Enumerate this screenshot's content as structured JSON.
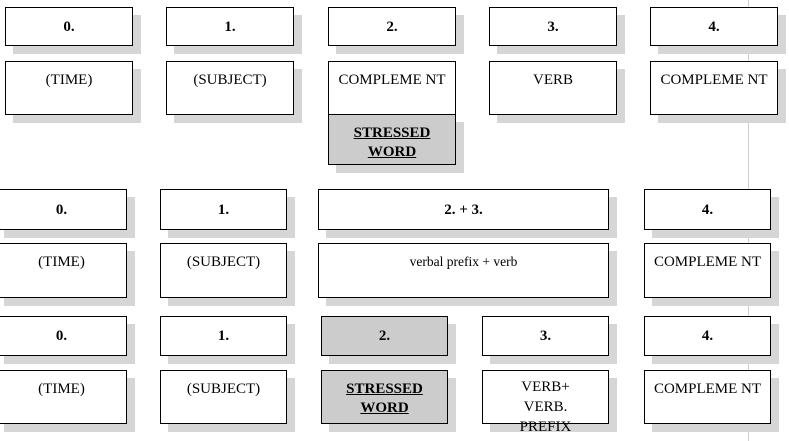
{
  "diagrams": [
    {
      "cells": [
        {
          "number": "0.",
          "label": "(TIME)"
        },
        {
          "number": "1.",
          "label": "(SUBJECT)"
        },
        {
          "number": "2.",
          "label": "COMPLEME NT",
          "sub_label": "STRESSED WORD"
        },
        {
          "number": "3.",
          "label": "VERB"
        },
        {
          "number": "4.",
          "label": "COMPLEME NT"
        }
      ]
    },
    {
      "cells": [
        {
          "number": "0.",
          "label": "(TIME)"
        },
        {
          "number": "1.",
          "label": "(SUBJECT)"
        },
        {
          "number": "2. + 3.",
          "label": "verbal prefix + verb"
        },
        {
          "number": "4.",
          "label": "COMPLEME NT"
        }
      ]
    },
    {
      "cells": [
        {
          "number": "0.",
          "label": "(TIME)"
        },
        {
          "number": "1.",
          "label": "(SUBJECT)"
        },
        {
          "number": "2.",
          "label": "STRESSED WORD"
        },
        {
          "number": "3.",
          "label": "VERB+ VERB. PREFIX"
        },
        {
          "number": "4.",
          "label": "COMPLEME NT"
        }
      ]
    }
  ],
  "colors": {
    "highlight": "#cccccc",
    "shadow": "#d6d6d6",
    "border": "#000000"
  }
}
